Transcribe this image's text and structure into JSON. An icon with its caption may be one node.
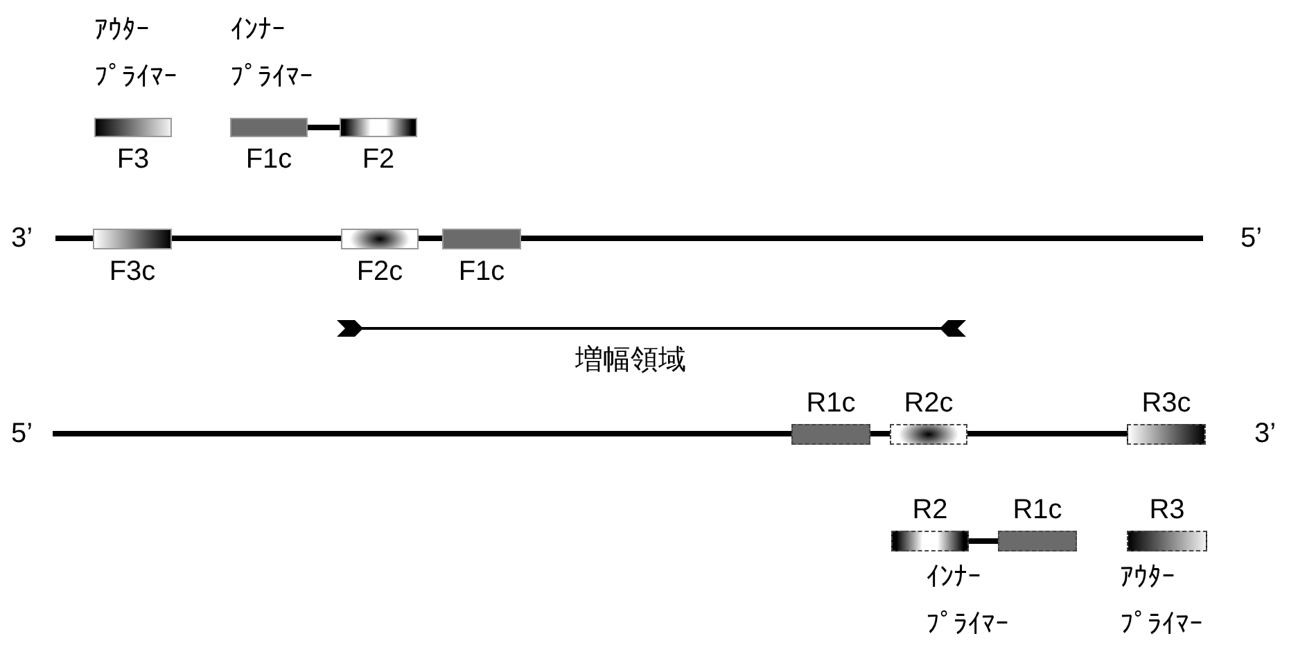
{
  "diagram": {
    "nodes": [
      {
        "text": [
          "F3"
        ]
      },
      {
        "text": [
          "F1c"
        ]
      },
      {
        "text": [
          "F2"
        ]
      },
      {
        "text": [
          "F3c"
        ]
      },
      {
        "text": [
          "F2c"
        ]
      },
      {
        "text": [
          "F1c"
        ]
      },
      {
        "text": [
          "R1c"
        ]
      },
      {
        "text": [
          "R2c"
        ]
      },
      {
        "text": [
          "R3c"
        ]
      },
      {
        "text": [
          "R2"
        ]
      },
      {
        "text": [
          "R1c"
        ]
      },
      {
        "text": [
          "R3"
        ]
      }
    ],
    "edges": [
      {
        "from": 1,
        "to": 2,
        "arrow": "none"
      },
      {
        "from": 9,
        "to": 10,
        "arrow": "none"
      }
    ],
    "labels": [
      "ｱｳﾀｰﾌﾟﾗｲﾏｰ",
      "ｲﾝﾅｰﾌﾟﾗｲﾏｰ",
      "3’",
      "5’",
      "増幅領域",
      "5’",
      "3’",
      "ｲﾝﾅｰﾌﾟﾗｲﾏｰ",
      "ｱｳﾀｰﾌﾟﾗｲﾏｰ"
    ]
  }
}
